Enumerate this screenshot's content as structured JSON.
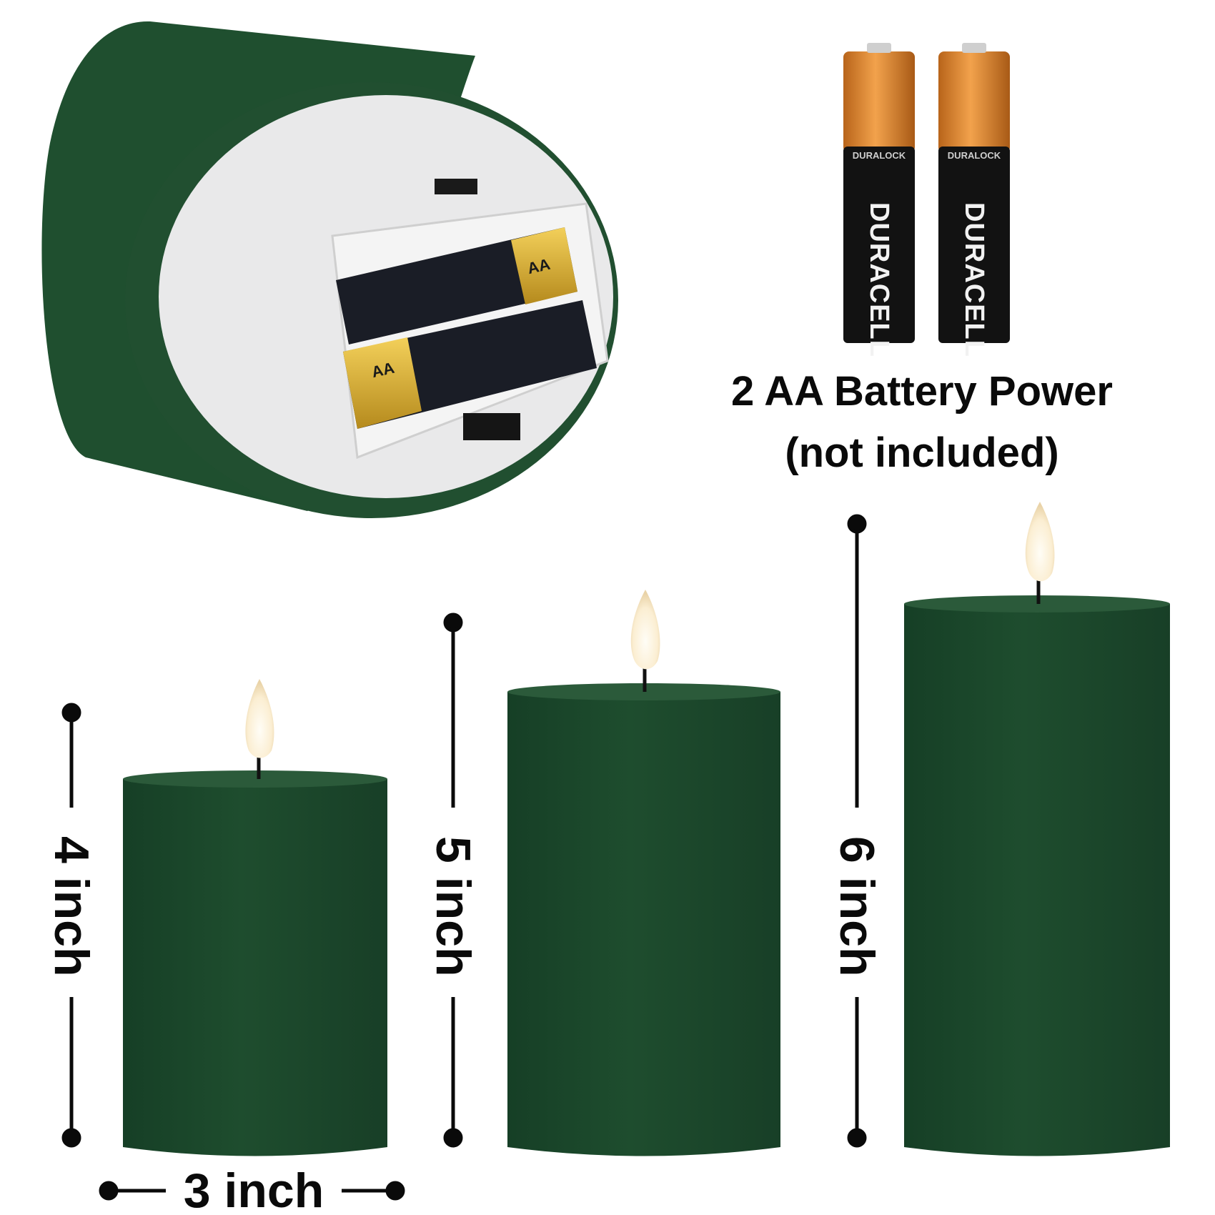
{
  "battery_caption": {
    "line1": "2 AA Battery Power",
    "line2": "(not included)"
  },
  "battery_brand": "DURACELL",
  "battery_sub_brand": "DURALOCK",
  "compartment_battery_label": "AA",
  "dimensions": {
    "small_height": "4 inch",
    "medium_height": "5 inch",
    "large_height": "6 inch",
    "diameter": "3 inch"
  },
  "colors": {
    "candle_green": "#1f4e2f",
    "candle_green_dark": "#163d24",
    "flame": "#fff6df",
    "battery_copper": "#d9822b",
    "battery_black": "#111111"
  }
}
